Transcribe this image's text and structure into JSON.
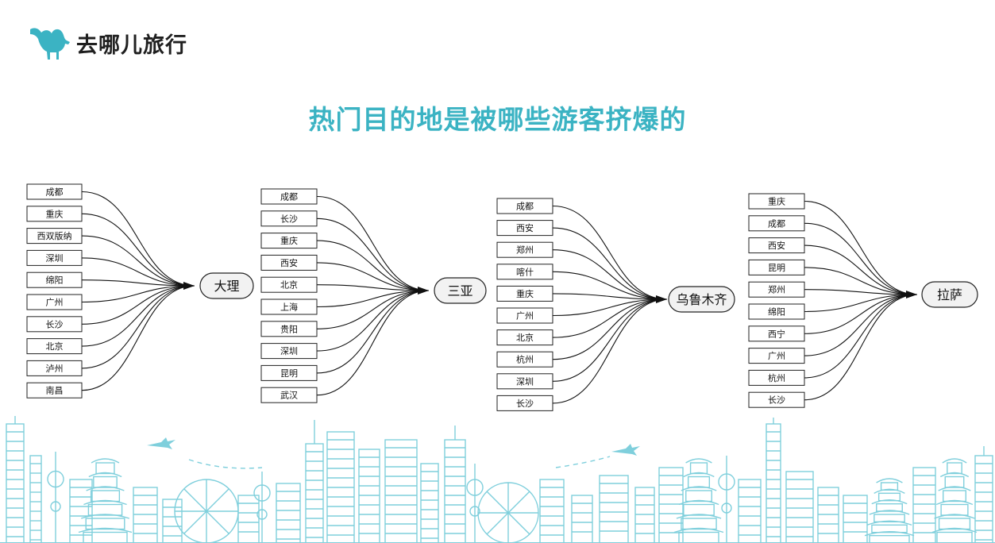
{
  "brand": {
    "name": "去哪儿旅行",
    "icon": "camel-icon",
    "color": "#3bb3c3"
  },
  "title": "热门目的地是被哪些游客挤爆的",
  "colors": {
    "title": "#3bb3c3",
    "line": "#111111",
    "skyline": "#7fcfdc"
  },
  "groups": [
    {
      "destination": "大理",
      "sources": [
        "成都",
        "重庆",
        "西双版纳",
        "深圳",
        "绵阳",
        "广州",
        "长沙",
        "北京",
        "泸州",
        "南昌"
      ]
    },
    {
      "destination": "三亚",
      "sources": [
        "成都",
        "长沙",
        "重庆",
        "西安",
        "北京",
        "上海",
        "贵阳",
        "深圳",
        "昆明",
        "武汉"
      ]
    },
    {
      "destination": "乌鲁木齐",
      "sources": [
        "成都",
        "西安",
        "郑州",
        "喀什",
        "重庆",
        "广州",
        "北京",
        "杭州",
        "深圳",
        "长沙"
      ]
    },
    {
      "destination": "拉萨",
      "sources": [
        "重庆",
        "成都",
        "西安",
        "昆明",
        "郑州",
        "绵阳",
        "西宁",
        "广州",
        "杭州",
        "长沙"
      ]
    }
  ]
}
